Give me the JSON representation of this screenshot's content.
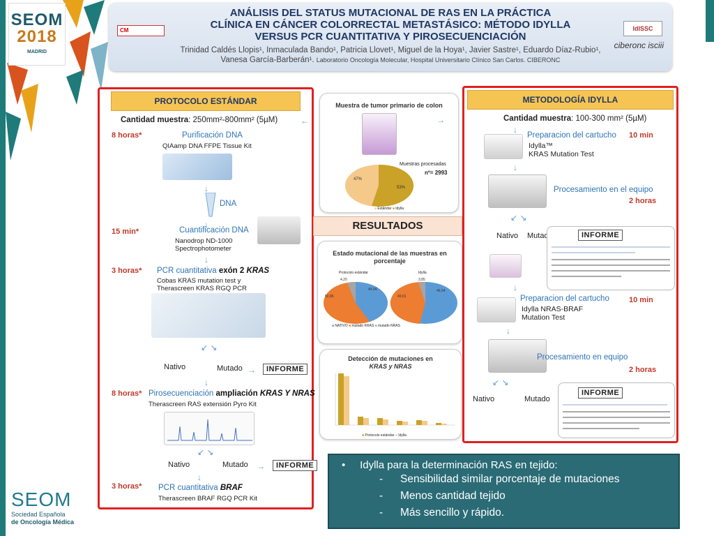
{
  "header": {
    "title_line1": "ANÁLISIS DEL STATUS MUTACIONAL DE RAS EN LA PRÁCTICA",
    "title_line2": "CLÍNICA EN CÁNCER COLORRECTAL METASTÁSICO: MÉTODO IDYLLA",
    "title_line3": "VERSUS PCR CUANTITATIVA Y PIROSECUENCIACIÓN",
    "authors_line1": "Trinidad Caldés Llopis¹, Inmaculada Bando¹, Patricia Llovet¹, Miguel de la Hoya¹, Javier Sastre¹, Eduardo Díaz-Rubio¹,",
    "authors_line2": "Vanesa García-Barberán¹.",
    "affiliation": "Laboratorio Oncología Molecular, Hospital Universitario Clínico San Carlos. CIBERONC",
    "logo_left": "CM",
    "logo_right1": "IdISSC",
    "logo_right2": "ciberonc  isciii"
  },
  "seom_top": {
    "line1": "SEOM",
    "line2": "2018",
    "line3": "MADRID"
  },
  "seom_bottom": {
    "name": "SEOM",
    "line1": "Sociedad Española",
    "line2": "de Oncología Médica"
  },
  "standard": {
    "heading": "PROTOCOLO ESTÁNDAR",
    "sample_label": "Cantidad muestra",
    "sample_value": ": 250mm²-800mm² (5µM)",
    "t1": "8 horas*",
    "s1": "Purificación DNA",
    "s1_sub": "QIAamp DNA FFPE Tissue Kit",
    "dna": "DNA",
    "t2": "15 min*",
    "s2": "Cuantificación DNA",
    "s2_sub1": "Nanodrop ND-1000",
    "s2_sub2": "Spectrophotometer",
    "t3": "3 horas*",
    "s3_a": "PCR cuantitativa ",
    "s3_b": "exón 2 ",
    "s3_c": "KRAS",
    "s3_sub1": "Cobas KRAS mutation test y",
    "s3_sub2": "Therascreen KRAS RGQ PCR",
    "nativo1": "Nativo",
    "mutado1": "Mutado",
    "informe1": "INFORME",
    "t4": "8 horas*",
    "s4_a": "Pirosecuenciación ",
    "s4_b": "ampliación ",
    "s4_c": "KRAS Y NRAS",
    "s4_sub": "Therascreen RAS extensión Pyro Kit",
    "nativo2": "Nativo",
    "mutado2": "Mutado",
    "informe2": "INFORME",
    "t5": "3 horas*",
    "s5_a": "PCR cuantitativa ",
    "s5_b": "BRAF",
    "s5_sub": "Therascreen BRAF RGQ PCR Kit"
  },
  "idylla": {
    "heading": "METODOLOGÍA IDYLLA",
    "sample_label": "Cantidad muestra",
    "sample_value": ": 100-300 mm² (5µM)",
    "s1": "Preparacion del cartucho",
    "s1_sub1": "Idylla™",
    "s1_sub2": "KRAS Mutation Test",
    "t1": "10 min",
    "s2": "Procesamiento en el equipo",
    "t2": "2 horas",
    "nativo1": "Nativo",
    "mutado1": "Mutado",
    "informe1": "INFORME",
    "s3": "Preparacion del cartucho",
    "s3_sub1": "Idylla NRAS-BRAF",
    "s3_sub2": "Mutation Test",
    "t3": "10 min",
    "s4": "Procesamiento en equipo",
    "t4": "2 horas",
    "nativo2": "Nativo",
    "mutado2": "Mutado",
    "informe2": "INFORME"
  },
  "center": {
    "sample_title": "Muestra de tumor primario de colon",
    "processed_label": "Muestras procesadas",
    "processed_n": "nº= 2993",
    "pie1_label_a": "47%",
    "pie1_label_b": "53%",
    "pie1_legend_a": "Estándar",
    "pie1_legend_b": "Idylla",
    "resultados": "RESULTADOS",
    "status_title1": "Estado mutacional de las muestras en",
    "status_title2": "porcentaje",
    "pie2_title": "Protocolo estándar",
    "pie3_title": "Idylla",
    "pie2_labels": [
      "4,20",
      "44,94",
      "50,86"
    ],
    "pie3_labels": [
      "3,85",
      "46,54",
      "49,61"
    ],
    "status_legend": [
      "NATIVO",
      "mutado KRAS",
      "mutado NRAS"
    ],
    "detect_title1": "Detección de mutaciones en",
    "detect_title2": "KRAS y NRAS",
    "detect_legend": [
      "Protocolo estándar",
      "Idylla"
    ]
  },
  "colors": {
    "blue": "#5b9bd5",
    "orange": "#ed7d31",
    "gray": "#a5a5a5",
    "gold": "#c9a227",
    "tan": "#f4c98a",
    "red_border": "#e02020",
    "teal": "#2a6b75"
  },
  "summary": {
    "bullet": "Idylla para la determinación RAS en tejido:",
    "items": [
      "Sensibilidad similar porcentaje de mutaciones",
      "Menos cantidad tejido",
      "Más sencillo y rápido."
    ]
  }
}
